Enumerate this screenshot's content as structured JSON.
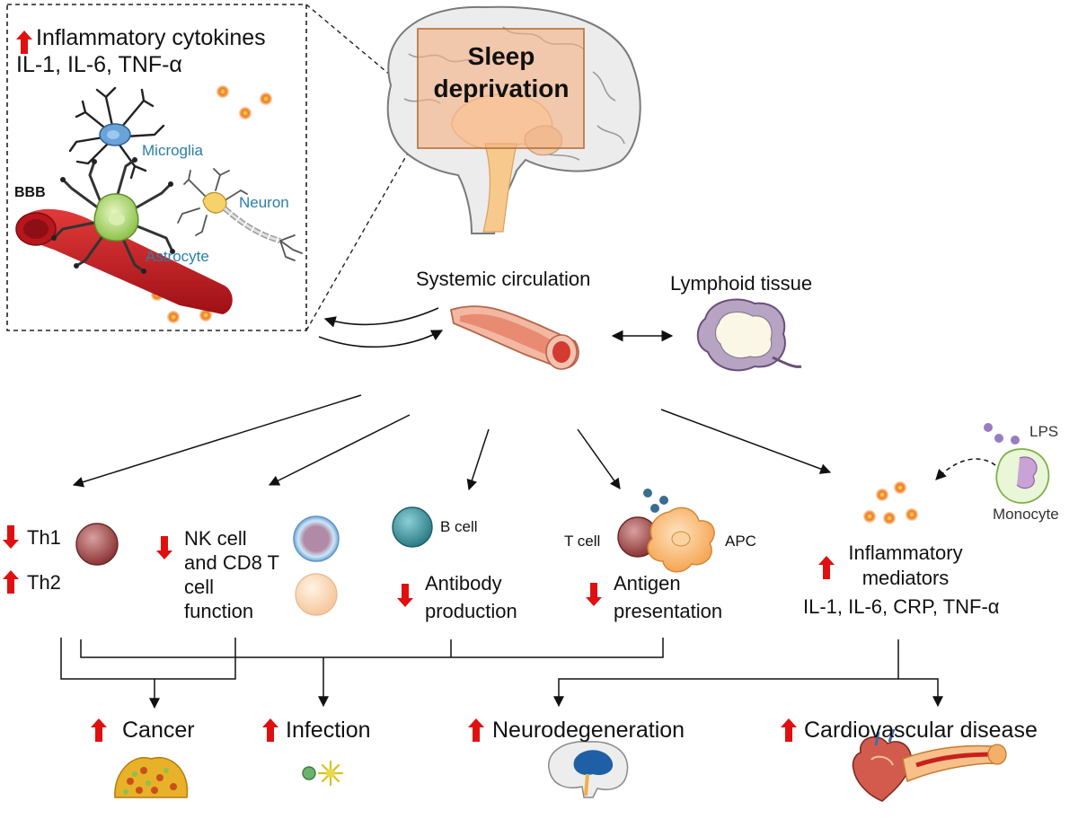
{
  "inset": {
    "cytokines_title": "Inflammatory cytokines",
    "cytokines_list": "IL-1, IL-6, TNF-α",
    "microglia": "Microglia",
    "bbb": "BBB",
    "astrocyte": "Astrocyte",
    "neuron": "Neuron"
  },
  "brain": {
    "title_line1": "Sleep",
    "title_line2": "deprivation"
  },
  "center": {
    "systemic": "Systemic circulation",
    "lymphoid": "Lymphoid tissue"
  },
  "effects": {
    "th1": "Th1",
    "th2": "Th2",
    "nk_line1": "NK cell",
    "nk_line2": "and CD8 T",
    "nk_line3": "cell",
    "nk_line4": "function",
    "bcell": "B cell",
    "antibody_line1": "Antibody",
    "antibody_line2": "production",
    "tcell": "T cell",
    "apc": "APC",
    "antigen_line1": "Antigen",
    "antigen_line2": "presentation",
    "lps": "LPS",
    "monocyte": "Monocyte",
    "inflam_line1": "Inflammatory",
    "inflam_line2": "mediators",
    "inflam_list": "IL-1, IL-6, CRP, TNF-α"
  },
  "outcomes": {
    "cancer": "Cancer",
    "infection": "Infection",
    "neuro": "Neurodegeneration",
    "cardio": "Cardiovascular disease"
  },
  "colors": {
    "arrow_up": "#e01010",
    "label_blue": "#2a7faa",
    "overlay_box": "#f4b183",
    "vessel": "#c0141c",
    "cytokine_dot": "#f07a1e"
  }
}
